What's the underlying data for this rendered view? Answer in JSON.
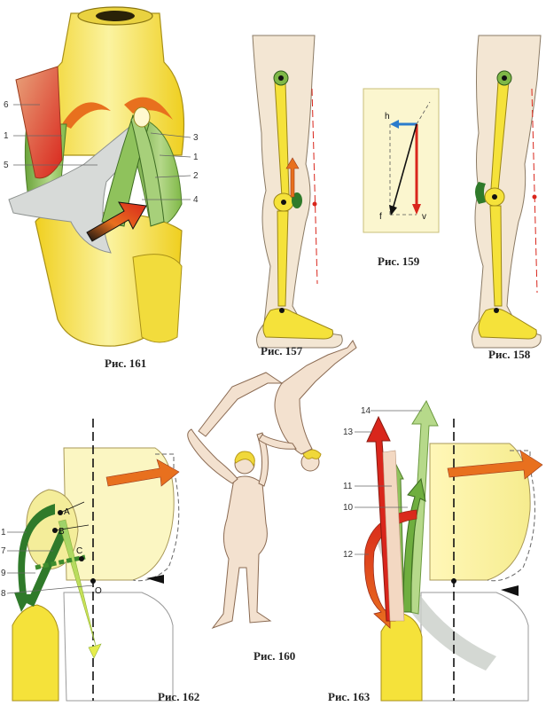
{
  "figures": {
    "fig161": {
      "caption": "Рис. 161",
      "labels": [
        "6",
        "1",
        "5",
        "3",
        "1",
        "2",
        "4"
      ]
    },
    "fig157": {
      "caption": "Рис. 157"
    },
    "fig158": {
      "caption": "Рис. 158"
    },
    "fig159": {
      "caption": "Рис. 159",
      "vectors": [
        "h",
        "f",
        "v"
      ]
    },
    "fig160": {
      "caption": "Рис. 160"
    },
    "fig162": {
      "caption": "Рис. 162",
      "labels": [
        "1",
        "7",
        "9",
        "8"
      ],
      "points": [
        "A",
        "B",
        "C",
        "O"
      ]
    },
    "fig163": {
      "caption": "Рис. 163",
      "labels": [
        "14",
        "13",
        "11",
        "10",
        "12"
      ]
    }
  },
  "colors": {
    "bone": "#f5e23a",
    "cartilage_pale": "#fbf6c2",
    "skin": "#f3e6d3",
    "ligament_green": "#7fb847",
    "tendon_grey": "#d7dad8",
    "arrow_red": "#d9261c",
    "arrow_orange": "#e8701e",
    "arrow_blue": "#2b7ccc",
    "arrow_dark_green": "#2f7a2a",
    "arrow_light_green": "#b6d98a",
    "axis_dark": "#111111"
  }
}
